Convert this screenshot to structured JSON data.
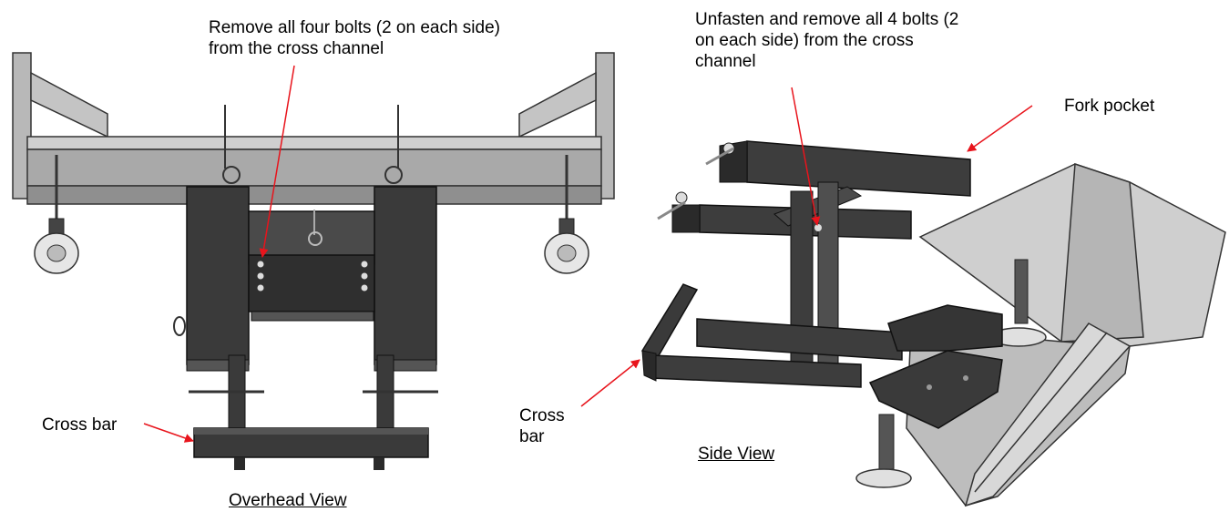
{
  "overhead": {
    "callout_bolts": "Remove all four bolts (2 on each side) from the cross channel",
    "callout_crossbar": "Cross bar",
    "caption": "Overhead View"
  },
  "side": {
    "callout_bolts": "Unfasten and remove all 4 bolts (2 on each side) from the cross channel",
    "callout_fork": "Fork pocket",
    "callout_crossbar": "Cross bar",
    "caption": "Side View"
  },
  "colors": {
    "steel_dark": "#3a3a3a",
    "steel_mid": "#555555",
    "steel_light": "#8c8c8c",
    "panel_gray": "#bdbdbd",
    "panel_light": "#d6d6d6",
    "leader_red": "#e8141c"
  }
}
